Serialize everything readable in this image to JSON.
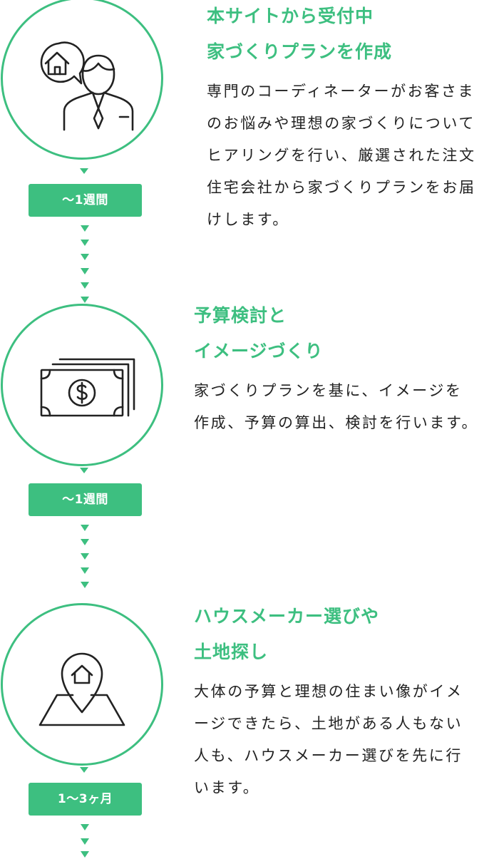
{
  "steps": [
    {
      "title_line1": "本サイトから受付中",
      "title_line2": "家づくりプランを作成",
      "description": "専門のコーディネーターがお客さまのお悩みや理想の家づくりについてヒアリングを行い、厳選された注文住宅会社から家づくりプランをお届けします。",
      "duration": "〜1週間",
      "icon": "consultant-house-icon"
    },
    {
      "title_line1": "予算検討と",
      "title_line2": "イメージづくり",
      "description": "家づくりプランを基に、イメージを作成、予算の算出、検討を行います。",
      "duration": "〜1週間",
      "icon": "money-bills-icon"
    },
    {
      "title_line1": "ハウスメーカー選びや",
      "title_line2": "土地探し",
      "description": "大体の予算と理想の住まい像がイメージできたら、土地がある人もない人も、ハウスメーカー選びを先に行います。",
      "duration": "1〜3ヶ月",
      "icon": "map-pin-house-icon"
    }
  ],
  "colors": {
    "accent": "#3dbf80",
    "text": "#222222",
    "icon_stroke": "#222222"
  }
}
